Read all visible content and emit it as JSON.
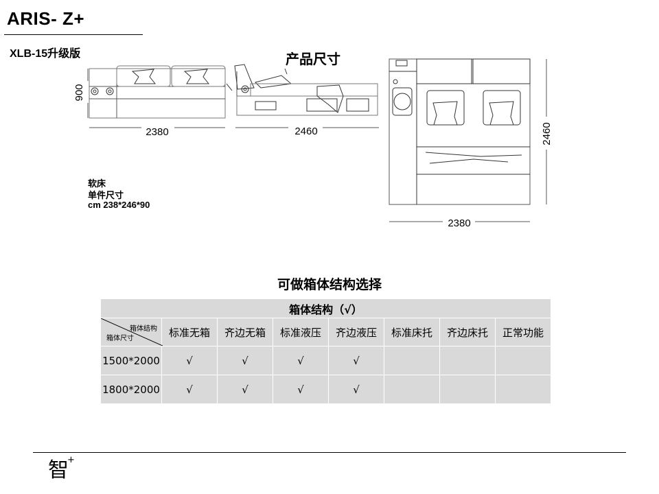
{
  "header": {
    "brand_title": "ARIS- Z+",
    "model_name": "XLB-15升级版",
    "dims_heading": "产品尺寸"
  },
  "drawings": {
    "front_view": {
      "width_label": "2380",
      "height_label": "900"
    },
    "side_view": {
      "width_label": "2460"
    },
    "top_view": {
      "width_label": "2380",
      "depth_label": "2460"
    }
  },
  "spec": {
    "type": "软床",
    "unit_size_label": "单件尺寸",
    "dimensions": "cm 238*246*90"
  },
  "options": {
    "heading": "可做箱体结构选择",
    "table_title": "箱体结构（√）",
    "corner_top": "箱体结构",
    "corner_bottom": "箱体尺寸",
    "columns": [
      "标准无箱",
      "齐边无箱",
      "标准液压",
      "齐边液压",
      "标准床托",
      "齐边床托",
      "正常功能"
    ],
    "rows": [
      {
        "size": "1500*2000",
        "cells": [
          "√",
          "√",
          "√",
          "√",
          "",
          "",
          ""
        ]
      },
      {
        "size": "1800*2000",
        "cells": [
          "√",
          "√",
          "√",
          "√",
          "",
          "",
          ""
        ]
      }
    ]
  },
  "footer": {
    "logo_char": "智",
    "logo_mark": "+"
  }
}
